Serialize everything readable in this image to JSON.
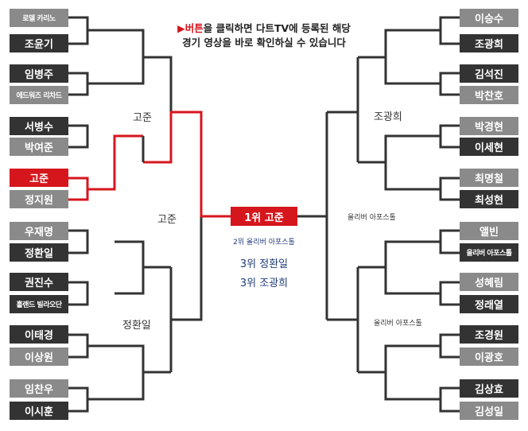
{
  "notice": {
    "triangle": "▶",
    "highlight": "버튼",
    "line1_rest": "을 클릭하면 다트TV에 등록된 해당",
    "line2": "경기 영상을 바로 확인하실 수 있습니다"
  },
  "left_players": [
    {
      "name": "로델 카리노",
      "style": "light",
      "small": true
    },
    {
      "name": "조윤기",
      "style": "dark",
      "small": false
    },
    {
      "name": "임병주",
      "style": "dark",
      "small": false
    },
    {
      "name": "에드워즈 리차드",
      "style": "light",
      "small": true
    },
    {
      "name": "서병수",
      "style": "dark",
      "small": false
    },
    {
      "name": "박여준",
      "style": "light",
      "small": false
    },
    {
      "name": "고준",
      "style": "red",
      "small": false
    },
    {
      "name": "정지원",
      "style": "light",
      "small": false
    },
    {
      "name": "우재명",
      "style": "light",
      "small": false
    },
    {
      "name": "정환일",
      "style": "dark",
      "small": false
    },
    {
      "name": "권진수",
      "style": "dark",
      "small": false
    },
    {
      "name": "홀랜드 빌라오단",
      "style": "dark",
      "small": true
    },
    {
      "name": "이태경",
      "style": "dark",
      "small": false
    },
    {
      "name": "이상원",
      "style": "light",
      "small": false
    },
    {
      "name": "임찬우",
      "style": "light",
      "small": false
    },
    {
      "name": "이시훈",
      "style": "dark",
      "small": false
    }
  ],
  "right_players": [
    {
      "name": "이승수",
      "style": "light",
      "small": false
    },
    {
      "name": "조광희",
      "style": "dark",
      "small": false
    },
    {
      "name": "김석진",
      "style": "dark",
      "small": false
    },
    {
      "name": "박찬호",
      "style": "light",
      "small": false
    },
    {
      "name": "박경현",
      "style": "light",
      "small": false
    },
    {
      "name": "이세현",
      "style": "dark",
      "small": false
    },
    {
      "name": "최명철",
      "style": "light",
      "small": false
    },
    {
      "name": "최성현",
      "style": "dark",
      "small": false
    },
    {
      "name": "앨빈",
      "style": "light",
      "small": false
    },
    {
      "name": "올리버 아포스톨",
      "style": "dark",
      "small": true
    },
    {
      "name": "성혜림",
      "style": "light",
      "small": false
    },
    {
      "name": "정래열",
      "style": "dark",
      "small": false
    },
    {
      "name": "조경원",
      "style": "dark",
      "small": false
    },
    {
      "name": "이광호",
      "style": "light",
      "small": false
    },
    {
      "name": "김상효",
      "style": "dark",
      "small": false
    },
    {
      "name": "김성일",
      "style": "light",
      "small": false
    }
  ],
  "round_labels": {
    "left_semi_top": "고준",
    "left_final": "고준",
    "left_semi_bottom": "정환일",
    "right_semi_top": "조광희",
    "right_final": "올리버 아포스톨",
    "right_semi_bottom": "올리버 아포스톨"
  },
  "results": {
    "first": "1위 고준",
    "second": "2위 올리버 아포스톨",
    "third_a": "3위 정환일",
    "third_b": "3위 조광희"
  },
  "colors": {
    "line": "#333333",
    "highlight": "#d6161d",
    "dark_box": "#333333",
    "light_box": "#8a8a8a",
    "result_text": "#1f3b7a"
  }
}
